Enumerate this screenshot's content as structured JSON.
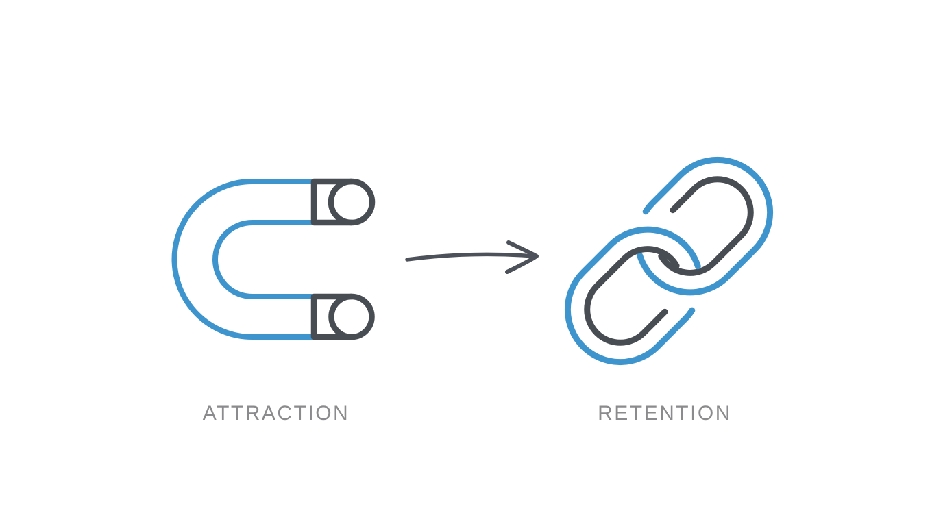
{
  "page": {
    "background": "#ffffff"
  },
  "diagram": {
    "type": "process-flow",
    "steps": [
      {
        "id": "attraction",
        "label": "ATTRACTION",
        "icon": "magnet-icon"
      },
      {
        "id": "retention",
        "label": "RETENTION",
        "icon": "chain-link-icon"
      }
    ],
    "connector": {
      "icon": "arrow-right-icon",
      "direction": "left-to-right"
    }
  },
  "colors": {
    "accent_blue": "#3E95CE",
    "icon_dark": "#474D53",
    "arrow_gray": "#4D525A",
    "label_gray": "#8B8B8D"
  }
}
